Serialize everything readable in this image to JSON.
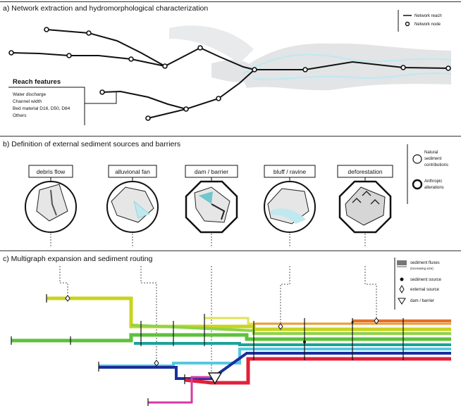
{
  "panel_a": {
    "title": "a) Network extraction and hydromorphological characterization",
    "legend": {
      "reach": "Network reach",
      "node": "Network node"
    },
    "reach_features": {
      "heading": "Reach features",
      "items": [
        "Water discharge",
        "Channel width",
        "Bed material D16, D50, D84",
        "Others"
      ]
    }
  },
  "panel_b": {
    "title": "b) Definition of external sediment sources and barriers",
    "sources": [
      {
        "label": "debris flow",
        "shape": "circle"
      },
      {
        "label": "alluvional fan",
        "shape": "circle"
      },
      {
        "label": "dam / barrier",
        "shape": "octagon"
      },
      {
        "label": "bluff / ravine",
        "shape": "circle"
      },
      {
        "label": "deforestation",
        "shape": "octagon"
      }
    ],
    "legend": {
      "natural": "Natural sediment contributions",
      "anthropic": "Anthropic alterations"
    }
  },
  "panel_c": {
    "title": "c) Multigraph expansion and sediment routing",
    "legend": {
      "fluxes": "sediment fluxes",
      "fluxes_note": "(increasing size)",
      "source": "sediment source",
      "external": "external source",
      "dam": "dam / barrier"
    }
  },
  "colors": {
    "river_fill": "#e2e4e6",
    "river_line": "#bfe8f0",
    "flux_yellow": "#c8d41e",
    "flux_green": "#5cc23a",
    "flux_teal": "#1aa39a",
    "flux_cyan": "#54c9e0",
    "flux_blue": "#1a2f9c",
    "flux_red": "#e0203a",
    "flux_magenta": "#d43aa8",
    "flux_orange": "#ee7a1e"
  }
}
